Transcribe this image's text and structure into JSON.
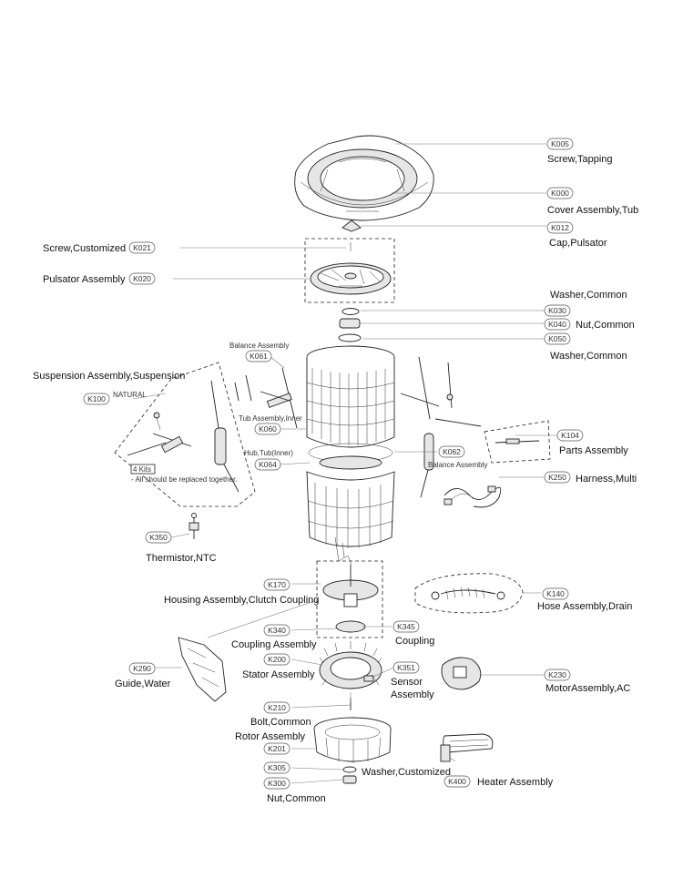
{
  "callouts": {
    "k005": {
      "code": "K005",
      "name": "Screw,Tapping"
    },
    "k000": {
      "code": "K000",
      "name": "Cover Assembly,Tub"
    },
    "k012": {
      "code": "K012",
      "name": "Cap,Pulsator"
    },
    "k021": {
      "code": "K021",
      "name": "Screw,Customized"
    },
    "k020": {
      "code": "K020",
      "name": "Pulsator Assembly"
    },
    "k030": {
      "code": "K030",
      "name": "Washer,Common"
    },
    "k040": {
      "code": "K040",
      "name": "Nut,Common"
    },
    "k050": {
      "code": "K050",
      "name": "Washer,Common"
    },
    "k061": {
      "code": "K061",
      "name": "Balance Assembly"
    },
    "k100": {
      "code": "K100",
      "name": "Suspension Assembly,Suspension",
      "variant": "NATURAL"
    },
    "k060": {
      "code": "K060",
      "name": "Tub Assembly,Inner"
    },
    "k064": {
      "code": "K064",
      "name": "Hub,Tub(Inner)"
    },
    "k062": {
      "code": "K062",
      "name": "Balance Assembly"
    },
    "k104": {
      "code": "K104",
      "name": "Parts Assembly"
    },
    "k250": {
      "code": "K250",
      "name": "Harness,Multi"
    },
    "k350": {
      "code": "K350",
      "name": "Thermistor,NTC"
    },
    "k170": {
      "code": "K170",
      "name": "Housing Assembly,Clutch Coupling"
    },
    "k140": {
      "code": "K140",
      "name": "Hose Assembly,Drain"
    },
    "k340": {
      "code": "K340",
      "name": "Coupling Assembly"
    },
    "k345": {
      "code": "K345",
      "name": "Coupling"
    },
    "k290": {
      "code": "K290",
      "name": "Guide,Water"
    },
    "k200": {
      "code": "K200",
      "name": "Stator Assembly"
    },
    "k351": {
      "code": "K351",
      "name_line1": "Sensor",
      "name_line2": "Assembly"
    },
    "k230": {
      "code": "K230",
      "name": "MotorAssembly,AC"
    },
    "k210": {
      "code": "K210",
      "name": "Bolt,Common"
    },
    "k201": {
      "code": "K201",
      "name": "Rotor Assembly"
    },
    "k305": {
      "code": "K305",
      "name": "Washer,Customized"
    },
    "k300": {
      "code": "K300",
      "name": "Nut,Common"
    },
    "k400": {
      "code": "K400",
      "name": "Heater Assembly"
    }
  },
  "notes": {
    "kits_badge": "4 Kits",
    "kits_note": "- All should be replaced together."
  }
}
